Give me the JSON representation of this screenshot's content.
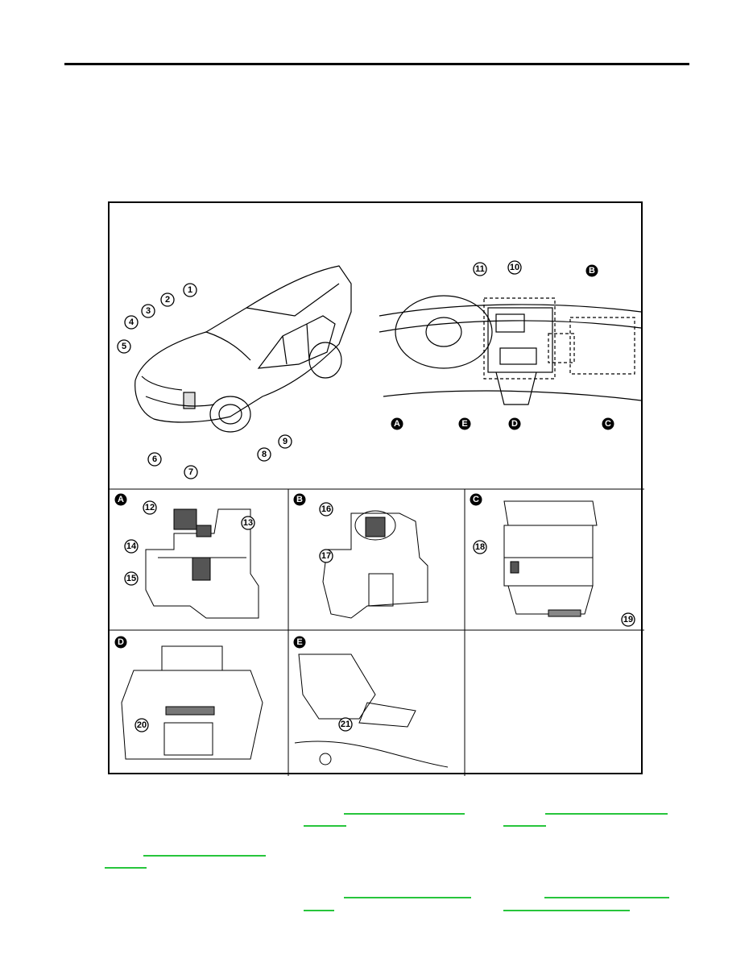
{
  "figure": {
    "car_callouts": [
      "1",
      "2",
      "3",
      "4",
      "5",
      "6",
      "7",
      "8",
      "9"
    ],
    "dash_callouts": [
      "10",
      "11"
    ],
    "dash_letters": [
      "A",
      "B",
      "C",
      "D",
      "E"
    ],
    "panels": [
      {
        "letter": "A",
        "callouts": [
          "12",
          "13",
          "14",
          "15"
        ]
      },
      {
        "letter": "B",
        "callouts": [
          "16",
          "17"
        ]
      },
      {
        "letter": "C",
        "callouts": [
          "18",
          "19"
        ]
      },
      {
        "letter": "D",
        "callouts": [
          "20"
        ]
      },
      {
        "letter": "E",
        "callouts": [
          "21"
        ]
      }
    ]
  },
  "colors": {
    "link": "#27c53c",
    "ink": "#000000"
  }
}
